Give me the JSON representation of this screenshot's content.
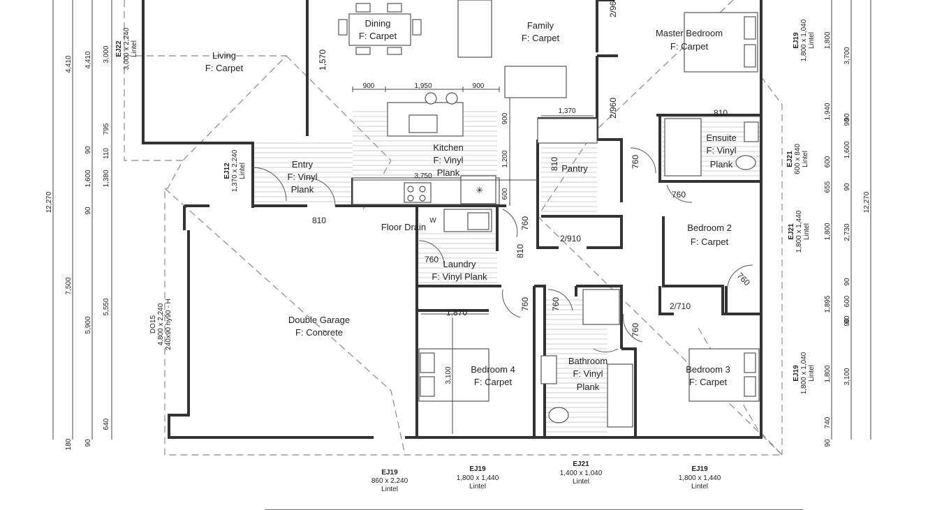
{
  "rooms": {
    "living": {
      "name": "Living",
      "floor": "F: Carpet"
    },
    "dining": {
      "name": "Dining",
      "floor": "F: Carpet"
    },
    "family": {
      "name": "Family",
      "floor": "F: Carpet"
    },
    "master": {
      "name": "Master Bedroom",
      "floor": "F: Carpet"
    },
    "ensuite": {
      "name": "Ensuite",
      "floor1": "F: Vinyl",
      "floor2": "Plank"
    },
    "kitchen": {
      "name": "Kitchen",
      "floor1": "F: Vinyl",
      "floor2": "Plank"
    },
    "entry": {
      "name": "Entry",
      "floor1": "F: Vinyl",
      "floor2": "Plank"
    },
    "pantry": {
      "name": "Pantry"
    },
    "bedroom2": {
      "name": "Bedroom 2",
      "floor": "F: Carpet"
    },
    "laundry": {
      "name": "Laundry",
      "floor": "F: Vinyl Plank"
    },
    "garage": {
      "name": "Double Garage",
      "floor": "F: Concrete"
    },
    "bedroom4": {
      "name": "Bedroom 4",
      "floor": "F: Carpet"
    },
    "bathroom": {
      "name": "Bathroom",
      "floor1": "F: Vinyl",
      "floor2": "Plank"
    },
    "bedroom3": {
      "name": "Bedroom 3",
      "floor": "F: Carpet"
    }
  },
  "annotations": {
    "floor_drain": "Floor Drain",
    "washer": "W"
  },
  "doors": {
    "d1570": "1,570",
    "d810_ensuite": "810",
    "d2960_a": "2/960",
    "d2960_b": "2/960",
    "d810_pantry": "810",
    "d760_hall": "760",
    "d760_bed2": "760",
    "d810_entry": "810",
    "d760_laundry_a": "760",
    "d810_hall": "810",
    "d2910": "2/910",
    "d760_laundry_b": "760",
    "d760_bed2b": "760",
    "d2710": "2/710",
    "d760_bed4": "760",
    "d760_bath_a": "760",
    "d760_bath_b": "760"
  },
  "dimensions": {
    "dining_900a": "900",
    "dining_1950": "1,950",
    "dining_900b": "900",
    "pantry_1370": "1,370",
    "kitchen_3750": "3,750",
    "kitchen_900": "900",
    "kitchen_1200": "1,200",
    "kitchen_600": "600",
    "bed4_1870": "1,870",
    "bed4_3100": "3,100",
    "left1": [
      "4,410",
      "12,270",
      "7,500",
      "180"
    ],
    "left2": [
      "4,410",
      "90",
      "1,600",
      "90",
      "5,900",
      "90"
    ],
    "left3": [
      "3,000",
      "795",
      "110",
      "1,380",
      "5,550",
      "640"
    ],
    "right1": [
      "1,800",
      "1,940",
      "90",
      "1,600",
      "600",
      "655",
      "90",
      "1,800",
      "1,895",
      "90",
      "600",
      "90",
      "1,800",
      "740",
      "90"
    ],
    "right2": [
      "3,700",
      "90",
      "2,730",
      "90",
      "3,100"
    ],
    "right3": "12,270"
  },
  "windows": {
    "ej22": {
      "code": "EJ22",
      "size": "3,000 x 2,240",
      "type": "Lintel"
    },
    "ej12": {
      "code": "EJ12",
      "size": "1,370 x 2,240",
      "type": "Lintel"
    },
    "do15": {
      "code": "DO15",
      "size": "4,800 x 2,240",
      "type": "240x90 hy90 - H"
    },
    "ej19_master": {
      "code": "EJ19",
      "size": "1,800 x 1,040",
      "type": "Lintel"
    },
    "ej21_ensuite": {
      "code": "EJ21",
      "size": "600 x 840",
      "type": "Lintel"
    },
    "ej21_bed2": {
      "code": "EJ21",
      "size": "1,800 x 1,440",
      "type": "Lintel"
    },
    "ej19_bed3": {
      "code": "EJ19",
      "size": "1,800 x 1,040",
      "type": "Lintel"
    },
    "ej19_entry": {
      "code": "EJ19",
      "size": "860 x 2,240",
      "type": "Lintel"
    },
    "ej19_bed4": {
      "code": "EJ19",
      "size": "1,800 x 1,440",
      "type": "Lintel"
    },
    "ej21_bath": {
      "code": "EJ21",
      "size": "1,400 x 1,040",
      "type": "Lintel"
    },
    "ej19_bed3b": {
      "code": "EJ19",
      "size": "1,800 x 1,440",
      "type": "Lintel"
    }
  }
}
